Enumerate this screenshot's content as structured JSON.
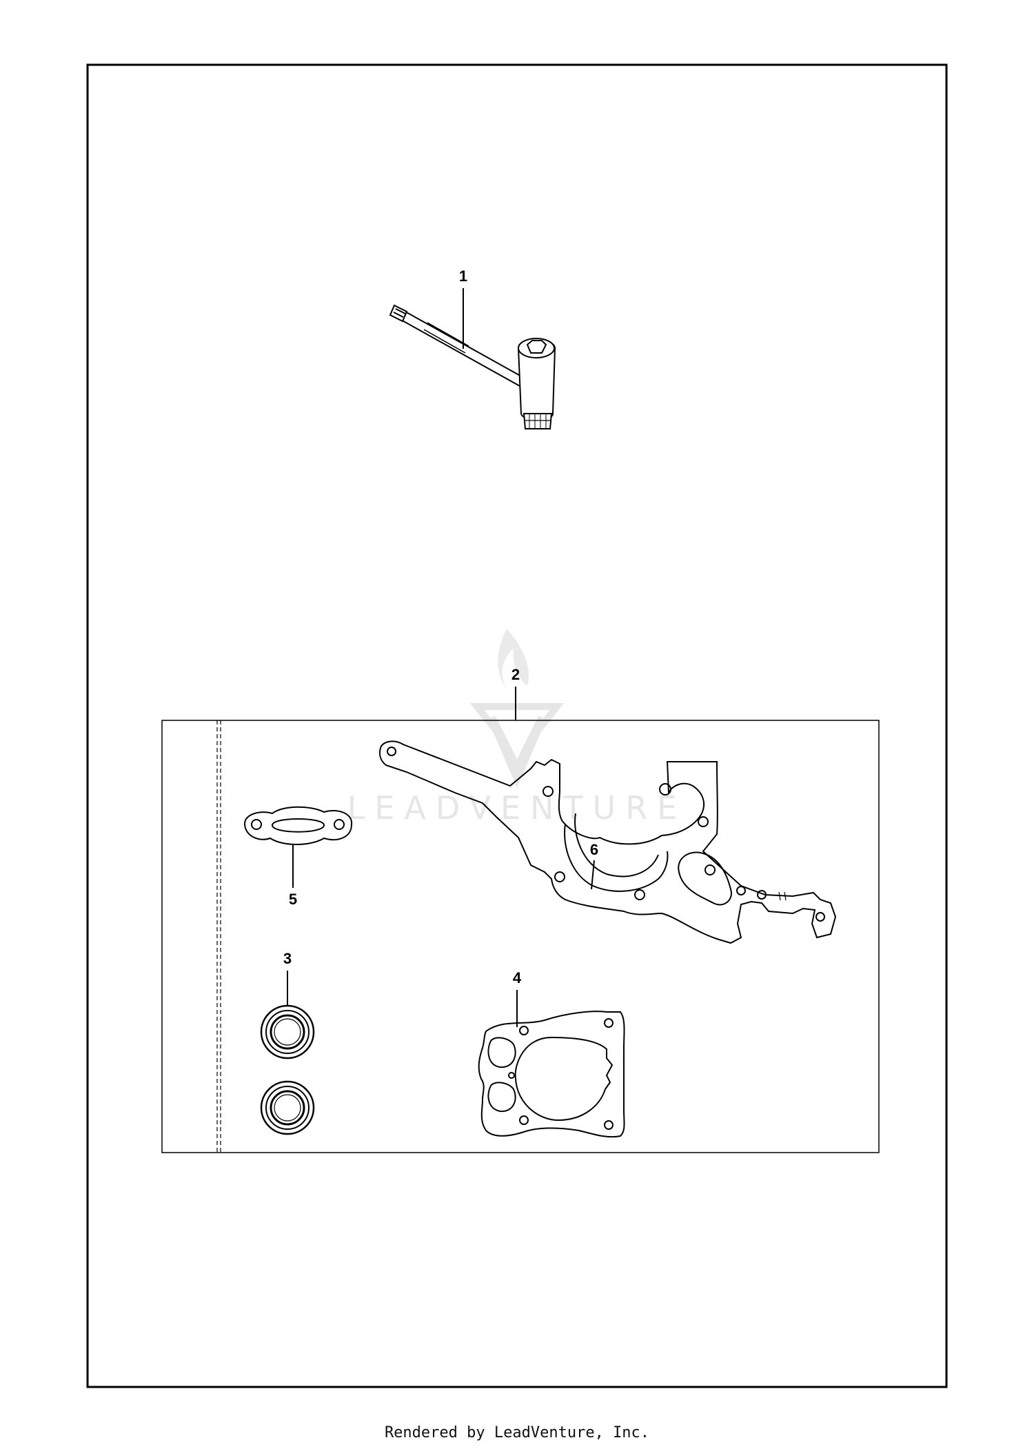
{
  "watermark": "LEADVENTURE",
  "callouts": {
    "part_1": "1",
    "part_2": "2",
    "part_3": "3",
    "part_4": "4",
    "part_5": "5",
    "part_6": "6"
  },
  "footer": "Rendered by LeadVenture, Inc."
}
